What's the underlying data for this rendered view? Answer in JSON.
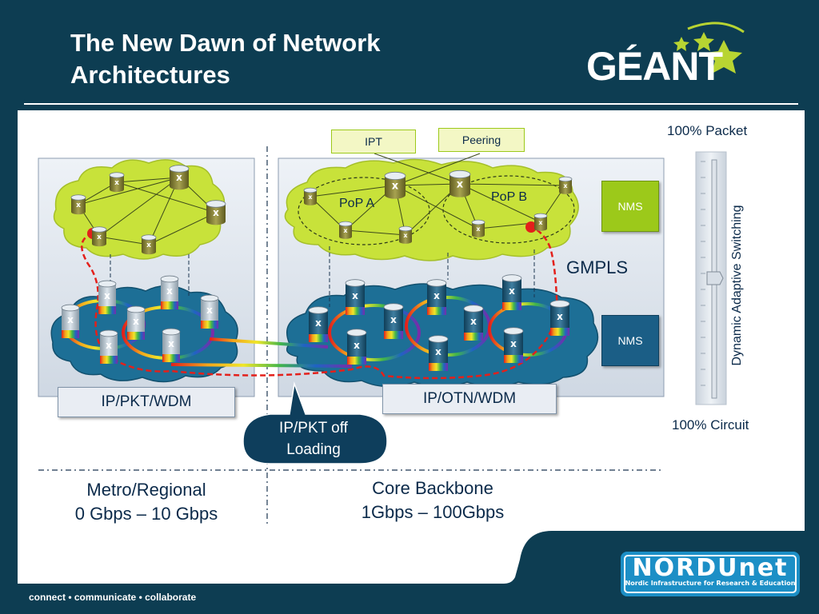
{
  "slide": {
    "title_line1": "The New Dawn of Network",
    "title_line2": "Architectures",
    "logo_text": "GÉANT",
    "footer": "connect • communicate • collaborate",
    "footer_logo": {
      "name": "NORDUnet",
      "tagline": "Nordic Infrastructure for Research & Education"
    }
  },
  "colors": {
    "frame": "#0d3d52",
    "canvas": "#ffffff",
    "green_cloud": "#c8e23a",
    "blue_cloud": "#1d6f96",
    "nms_green": "#9cc91a",
    "nms_blue": "#1b5e86",
    "red_path": "#e3201b"
  },
  "diagram": {
    "tags": {
      "ipt": "IPT",
      "peering": "Peering"
    },
    "pop_a": "PoP A",
    "pop_b": "PoP B",
    "node_mark": "x",
    "nms_top": "NMS",
    "nms_bottom": "NMS",
    "gmpls": "GMPLS",
    "metro_box": "IP/PKT/WDM",
    "core_box": "IP/OTN/WDM",
    "callout_line1": "IP/PKT off",
    "callout_line2": "Loading",
    "metro_caption_line1": "Metro/Regional",
    "metro_caption_line2": "0 Gbps – 10 Gbps",
    "core_caption_line1": "Core Backbone",
    "core_caption_line2": "1Gbps – 100Gbps",
    "packet_label": "100% Packet",
    "circuit_label": "100% Circuit",
    "slider_label": "Dynamic Adaptive Switching"
  }
}
